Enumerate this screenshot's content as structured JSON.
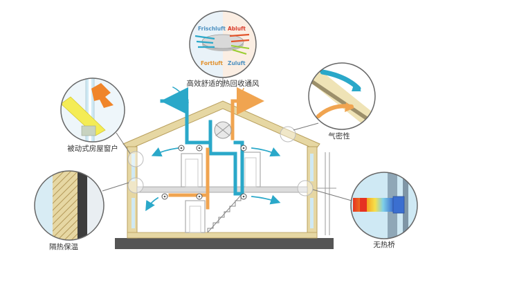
{
  "labels": {
    "heat_recovery": "高效舒适的热回收通风",
    "windows": "被动式房屋窗户",
    "airtight": "气密性",
    "insulation": "隔热保温",
    "no_thermal_bridge": "无热桥"
  },
  "heat_exchanger_terms": {
    "fresh_air": "Frischluft",
    "exhaust_air": "Abluft",
    "outgoing_air": "Fortluft",
    "supply_air": "Zuluft"
  },
  "colors": {
    "supply_duct": "#2aa8c9",
    "exhaust_duct": "#f0a450",
    "wall_frame": "#e6d7a3",
    "glass": "#cfe9f4",
    "foundation": "#555555"
  },
  "icons": [
    "fan-icon",
    "stairs-icon",
    "heat-exchanger-icon"
  ]
}
